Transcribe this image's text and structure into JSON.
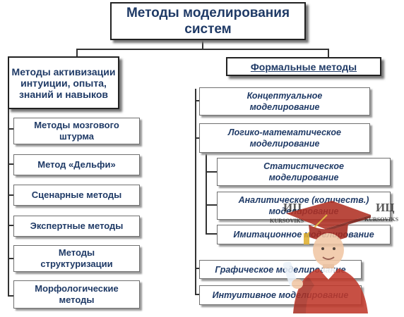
{
  "diagram": {
    "title": "Методы моделирования систем",
    "left": {
      "header": "Методы активизации интуиции, опыта, знаний и навыков",
      "items": [
        "Методы мозгового штурма",
        "Метод «Дельфи»",
        "Сценарные методы",
        "Экспертные методы",
        "Методы структуризации",
        "Морфологические методы"
      ]
    },
    "right": {
      "header": "Формальные методы",
      "items": [
        "Концептуальное моделирование",
        "Логико-математическое моделирование",
        "Статистическое моделирование",
        "Аналитическое (количеств.) моделирование",
        "Имитационное моделирование",
        "Графическое моделирование",
        "Интуитивное моделирование"
      ]
    }
  },
  "watermark": {
    "logo_text": "ИЦ",
    "brand": "KURSOVIKS"
  },
  "colors": {
    "text": "#1f3a66",
    "gown": "#c0392b"
  }
}
